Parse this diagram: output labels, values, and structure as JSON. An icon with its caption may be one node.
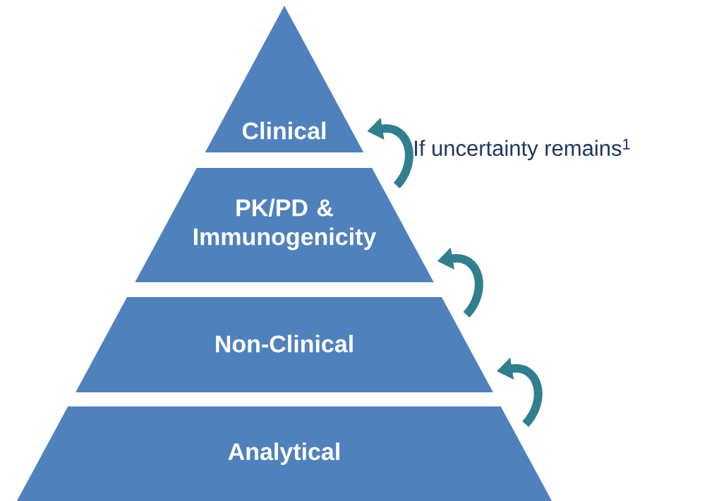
{
  "diagram": {
    "nodes": [
      {
        "text": [
          "Clinical"
        ]
      },
      {
        "text": [
          "PK/PD & Immunogenicity"
        ]
      },
      {
        "text": [
          "Non-Clinical"
        ]
      },
      {
        "text": [
          "Analytical"
        ]
      }
    ],
    "edges": [
      {
        "from": 1,
        "to": 0,
        "arrow": "to",
        "label": "If uncertainty remains$^{1}$"
      },
      {
        "from": 2,
        "to": 1,
        "arrow": "to"
      },
      {
        "from": 3,
        "to": 2,
        "arrow": "to"
      }
    ]
  }
}
